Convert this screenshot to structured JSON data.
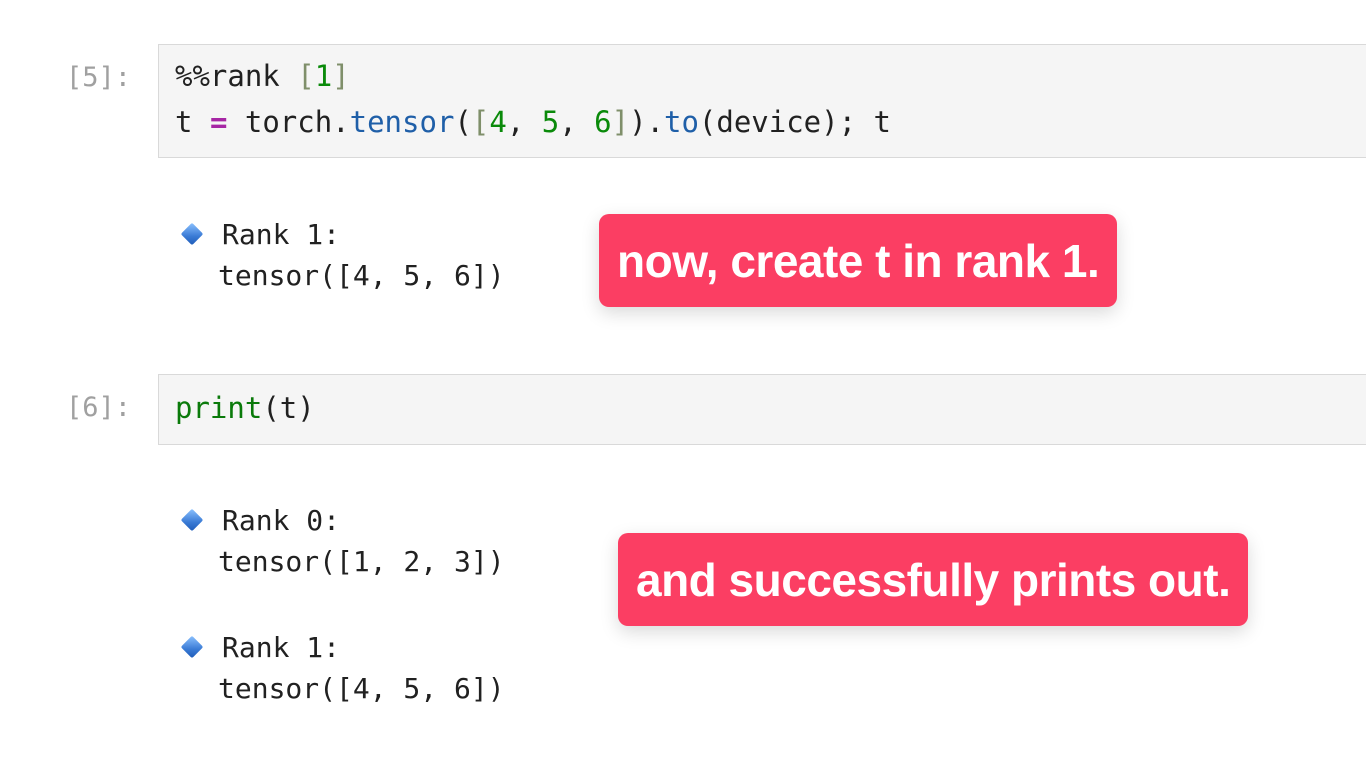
{
  "cells": [
    {
      "prompt": "[5]:",
      "lines": [
        {
          "magic": "%%rank ",
          "bracket_open": "[",
          "arg": "1",
          "bracket_close": "]"
        },
        {
          "var": "t",
          "eq": "=",
          "obj": "torch.",
          "fn": "tensor",
          "paren_open": "(",
          "list_open": "[",
          "n1": "4",
          "sep1": ", ",
          "n2": "5",
          "sep2": ", ",
          "n3": "6",
          "list_close": "]",
          "paren_close": ")",
          "dot": ".",
          "method": "to",
          "call": "(device); t"
        }
      ],
      "outputs": [
        {
          "label": "Rank 1:",
          "value": "tensor([4, 5, 6])"
        }
      ]
    },
    {
      "prompt": "[6]:",
      "lines": [
        {
          "fn": "print",
          "args": "(t)"
        }
      ],
      "outputs": [
        {
          "label": "Rank 0:",
          "value": "tensor([1, 2, 3])"
        },
        {
          "label": "Rank 1:",
          "value": "tensor([4, 5, 6])"
        }
      ]
    }
  ],
  "annotations": [
    "now, create t in rank 1.",
    "and successfully prints out."
  ],
  "colors": {
    "annotation_bg": "#fb3e63",
    "number": "#0a8a0a",
    "keyword_op": "#a626a4",
    "attribute": "#1f5fa8"
  }
}
